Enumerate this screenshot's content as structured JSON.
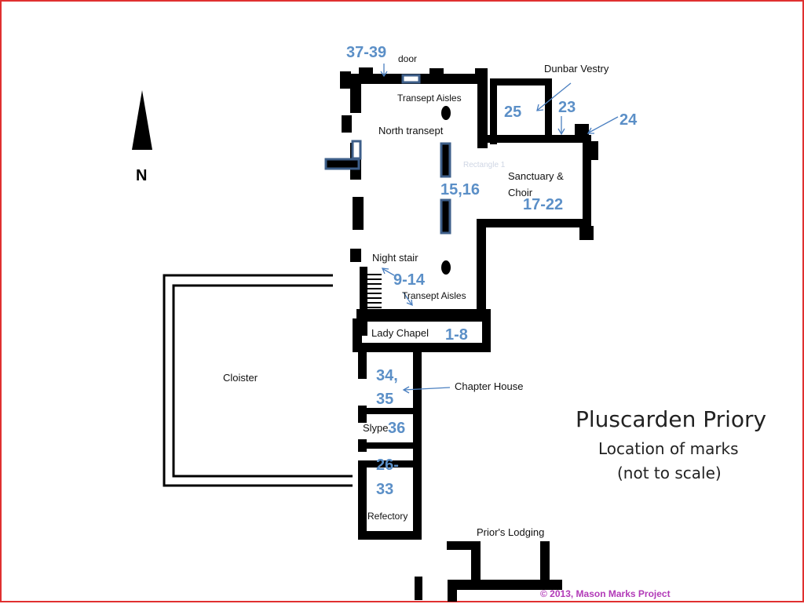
{
  "title": {
    "line1": "Pluscarden Priory",
    "line2": "Location of marks",
    "line3": "(not to scale)"
  },
  "north_label": "N",
  "rooms": {
    "transept_aisles_north": "Transept Aisles",
    "north_transept": "North transept",
    "rectangle_faint": "Rectangle 1",
    "sanctuary": "Sanctuary &",
    "choir": "Choir",
    "dunbar_vestry": "Dunbar Vestry",
    "night_stair": "Night stair",
    "transept_aisles_south": "Transept Aisles",
    "lady_chapel": "Lady Chapel",
    "cloister": "Cloister",
    "chapter_house": "Chapter House",
    "slype": "Slype",
    "refectory": "Refectory",
    "priors_lodging": "Prior's Lodging",
    "door": "door"
  },
  "marks": {
    "m37_39": "37-39",
    "m25": "25",
    "m23": "23",
    "m24": "24",
    "m15_16": "15,16",
    "m17_22": "17-22",
    "m9_14": "9-14",
    "m1_8": "1-8",
    "m34": "34,",
    "m35": "35",
    "m36": "36",
    "m26": "26-",
    "m33": "33"
  },
  "copyright": "© 2013, Mason Marks Project",
  "colors": {
    "wall": "#000000",
    "mark_numbers": "#5b8fc7",
    "highlight_outline": "#3e5f8a",
    "frame": "#e03030",
    "copyright": "#b23ab8"
  }
}
